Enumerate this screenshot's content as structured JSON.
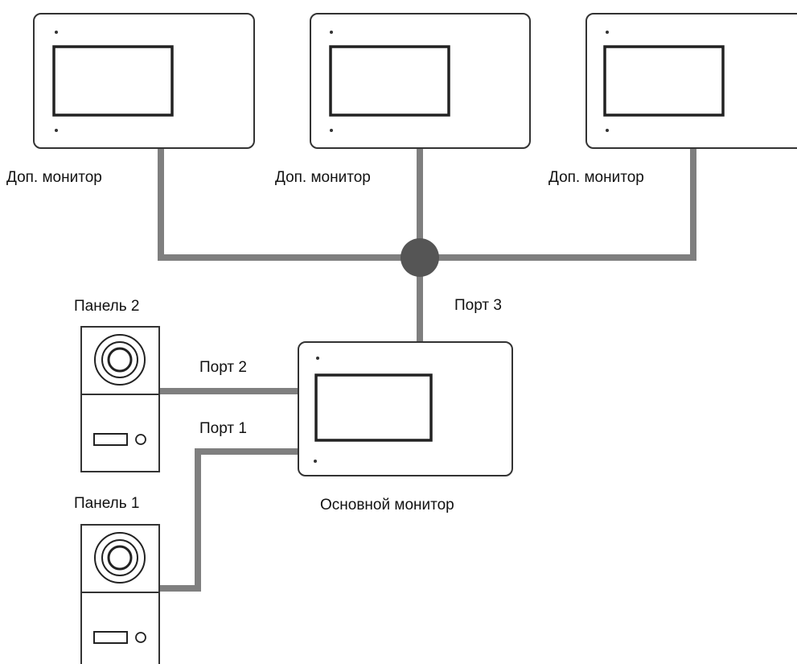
{
  "labels": {
    "aux_monitor_1": "Доп. монитор",
    "aux_monitor_2": "Доп. монитор",
    "aux_monitor_3": "Доп. монитор",
    "port_3": "Порт 3",
    "panel_2": "Панель 2",
    "port_2": "Порт 2",
    "port_1": "Порт 1",
    "panel_1": "Панель 1",
    "main_monitor": "Основной монитор"
  },
  "colors": {
    "cable": "#7f7f7f",
    "junction": "#555555",
    "outline": "#333333",
    "background": "#ffffff"
  }
}
